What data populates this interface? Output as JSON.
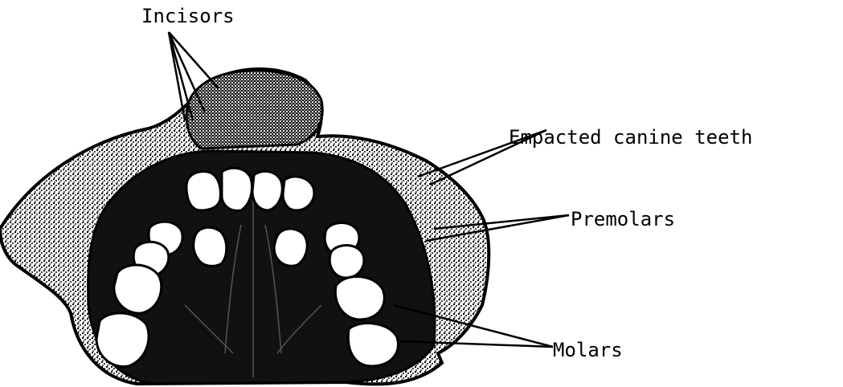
{
  "labels": {
    "incisors": "Incisors",
    "canine": "Empacted canine teeth",
    "premolars": "Premolars",
    "molars": "Molars"
  },
  "icons": {
    "drawing": "upper-jaw-palate-illustration"
  },
  "colors": {
    "ink": "#000000",
    "tooth": "#ffffff",
    "gum": "#3a3a3a"
  }
}
